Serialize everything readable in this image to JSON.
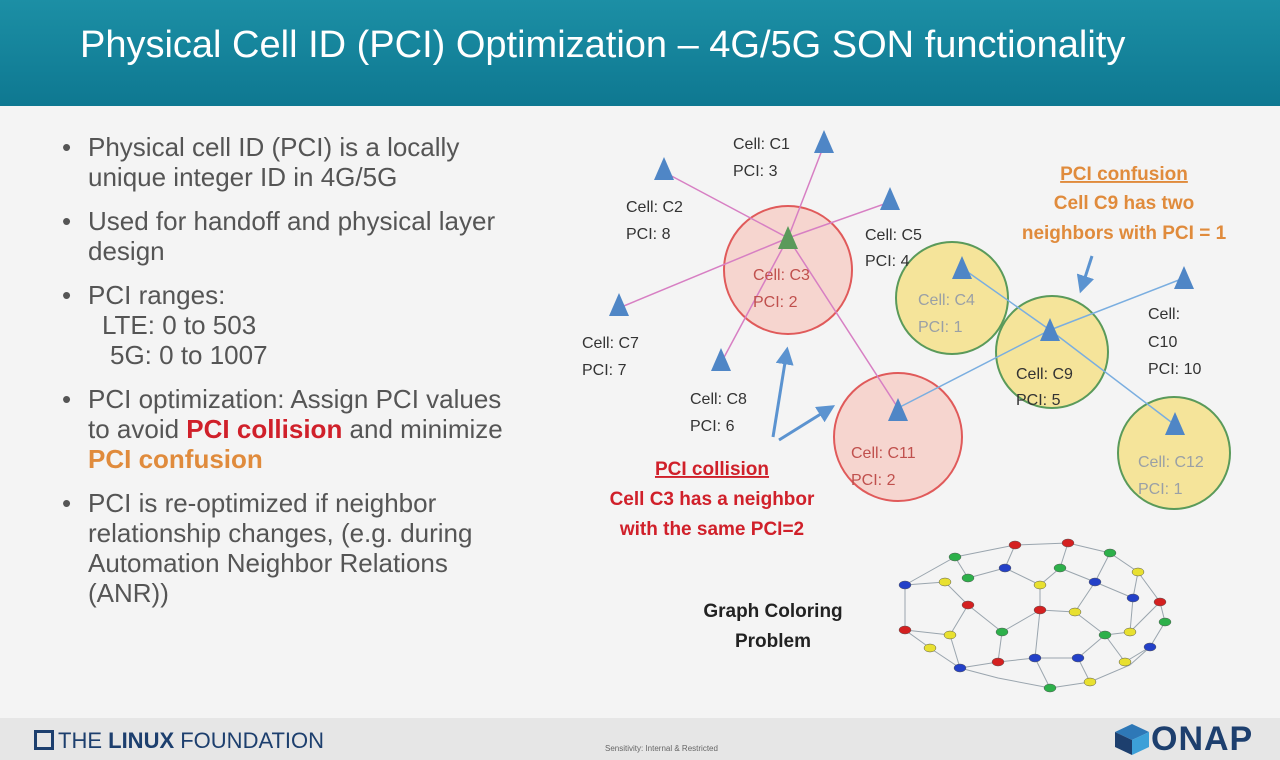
{
  "slide": {
    "title": "Physical Cell ID (PCI) Optimization – 4G/5G SON functionality"
  },
  "bullets": {
    "b1": [
      "Physical cell ID (PCI) is a locally",
      "unique integer ID in 4G/5G"
    ],
    "b2": [
      "Used for handoff and physical layer",
      "design"
    ],
    "b3": [
      "PCI ranges:",
      "LTE: 0 to 503",
      "5G: 0 to 1007"
    ],
    "b4": {
      "line1": "PCI optimization: Assign PCI values",
      "line2_prefix": "to avoid ",
      "collision": "PCI collision",
      "line2_suffix": " and minimize",
      "confusion": "PCI confusion"
    },
    "b5": [
      "PCI is re-optimized if neighbor",
      "relationship changes, (e.g. during",
      "Automation Neighbor Relations",
      "(ANR))"
    ],
    "bullet_char": "•"
  },
  "diagram": {
    "cells": {
      "c1": {
        "name": "Cell: C1",
        "pci": "PCI: 3"
      },
      "c2": {
        "name": "Cell: C2",
        "pci": "PCI: 8"
      },
      "c3": {
        "name": "Cell: C3",
        "pci": "PCI: 2"
      },
      "c4": {
        "name": "Cell: C4",
        "pci": "PCI: 1"
      },
      "c5": {
        "name": "Cell: C5",
        "pci": "PCI: 4"
      },
      "c7": {
        "name": "Cell: C7",
        "pci": "PCI: 7"
      },
      "c8": {
        "name": "Cell: C8",
        "pci": "PCI: 6"
      },
      "c9": {
        "name": "Cell: C9",
        "pci": "PCI: 5"
      },
      "c10": {
        "name1": "Cell:",
        "name2": "C10",
        "pci": "PCI: 10"
      },
      "c11": {
        "name": "Cell: C11",
        "pci": "PCI: 2"
      },
      "c12": {
        "name": "Cell: C12",
        "pci": "PCI: 1"
      }
    },
    "confusion_note": {
      "title": "PCI confusion",
      "line1": "Cell C9 has two",
      "line2": "neighbors with PCI = 1"
    },
    "collision_note": {
      "title": "PCI collision",
      "line1": "Cell C3 has a neighbor",
      "line2": "with the same PCI=2"
    },
    "graph_label": {
      "line1": "Graph Coloring",
      "line2": "Problem"
    }
  },
  "footer": {
    "lf_prefix": "THE ",
    "lf_bold": "LINUX",
    "lf_suffix": " FOUNDATION",
    "sensitivity": "Sensitivity: Internal & Restricted",
    "onap": "ONAP"
  },
  "colors": {
    "title_bar": "#1186a0",
    "collision_red": "#d0202a",
    "confusion_orange": "#e08b3c",
    "cell_triangle": "#4f86c6",
    "red_circle_fill": "#f6d5cf",
    "yellow_circle_fill": "#f5e49a",
    "link_pink": "#d77fc3",
    "link_blue": "#7aaee0"
  },
  "icons": {
    "cell_marker": "blue-triangle-icon",
    "lf_mark": "square-icon",
    "onap_mark": "cube-icon"
  }
}
